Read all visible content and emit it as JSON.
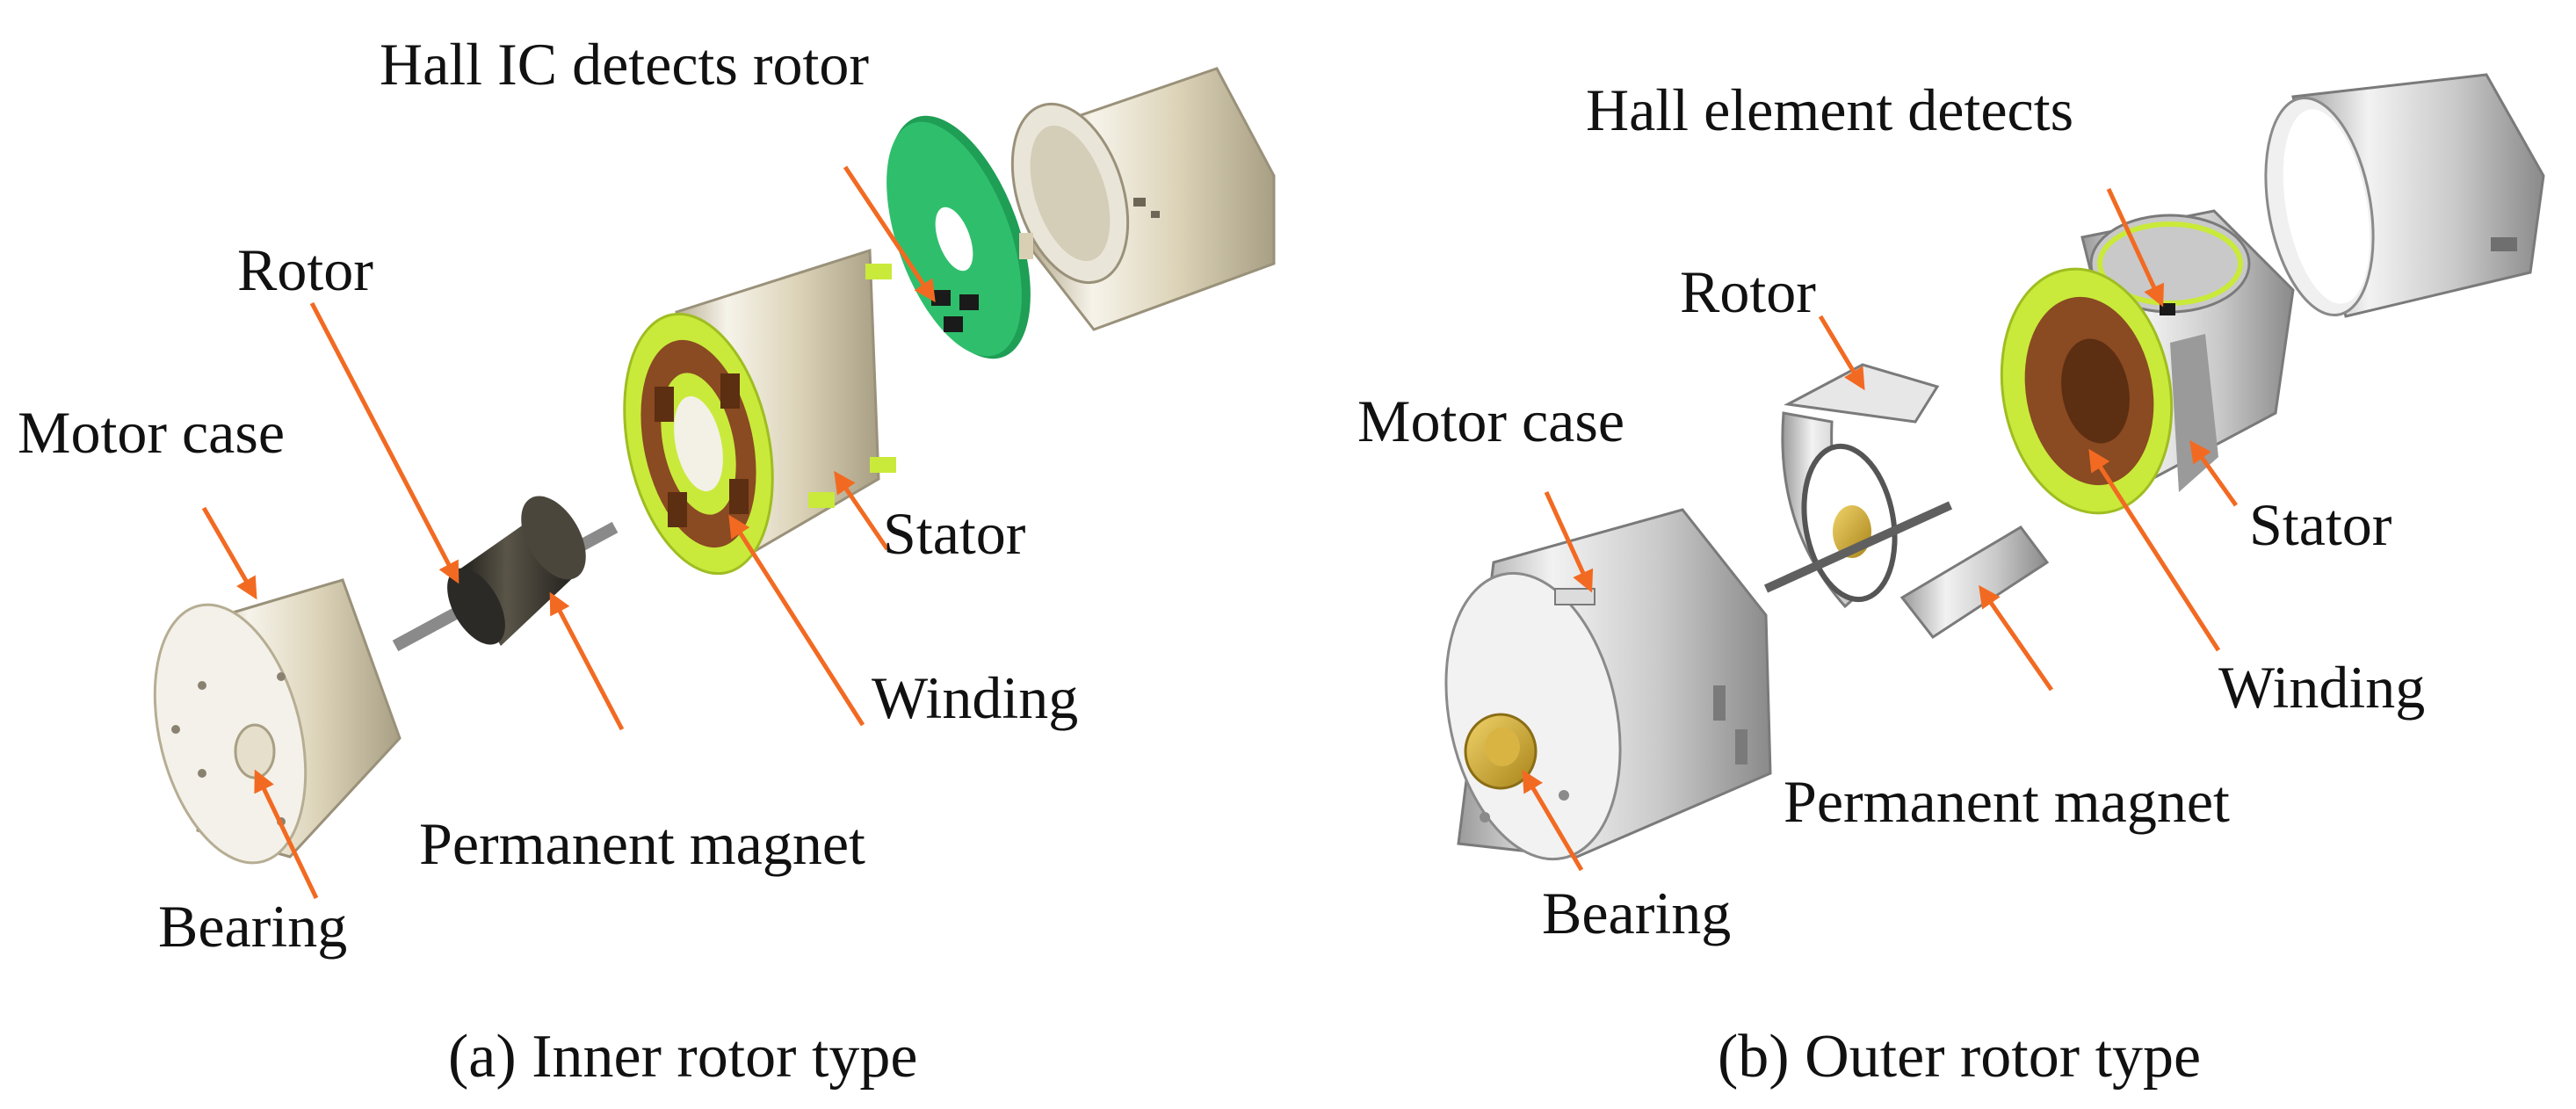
{
  "colors": {
    "arrow": "#f26a22",
    "case_light": "#f3f0e6",
    "case_mid": "#d8cfb4",
    "case_dark": "#a89f84",
    "metal_light": "#eeeeee",
    "metal_mid": "#c8c8c8",
    "metal_dark": "#8a8a8a",
    "winding": "#8a4a22",
    "winding_dark": "#5c2e12",
    "insulator": "#c9ea3a",
    "pcb": "#2fbf6c",
    "magnet_dark": "#2b2a26",
    "brass": "#c9a227"
  },
  "panels": {
    "inner": {
      "caption": "(a) Inner rotor type",
      "labels": {
        "hall": "Hall IC detects rotor",
        "rotor": "Rotor",
        "motor_case": "Motor case",
        "stator": "Stator",
        "winding": "Winding",
        "permanent_magnet": "Permanent magnet",
        "bearing": "Bearing"
      }
    },
    "outer": {
      "caption": "(b) Outer rotor type",
      "labels": {
        "hall": "Hall element detects",
        "rotor": "Rotor",
        "motor_case": "Motor case",
        "stator": "Stator",
        "winding": "Winding",
        "permanent_magnet": "Permanent magnet",
        "bearing": "Bearing"
      }
    }
  }
}
